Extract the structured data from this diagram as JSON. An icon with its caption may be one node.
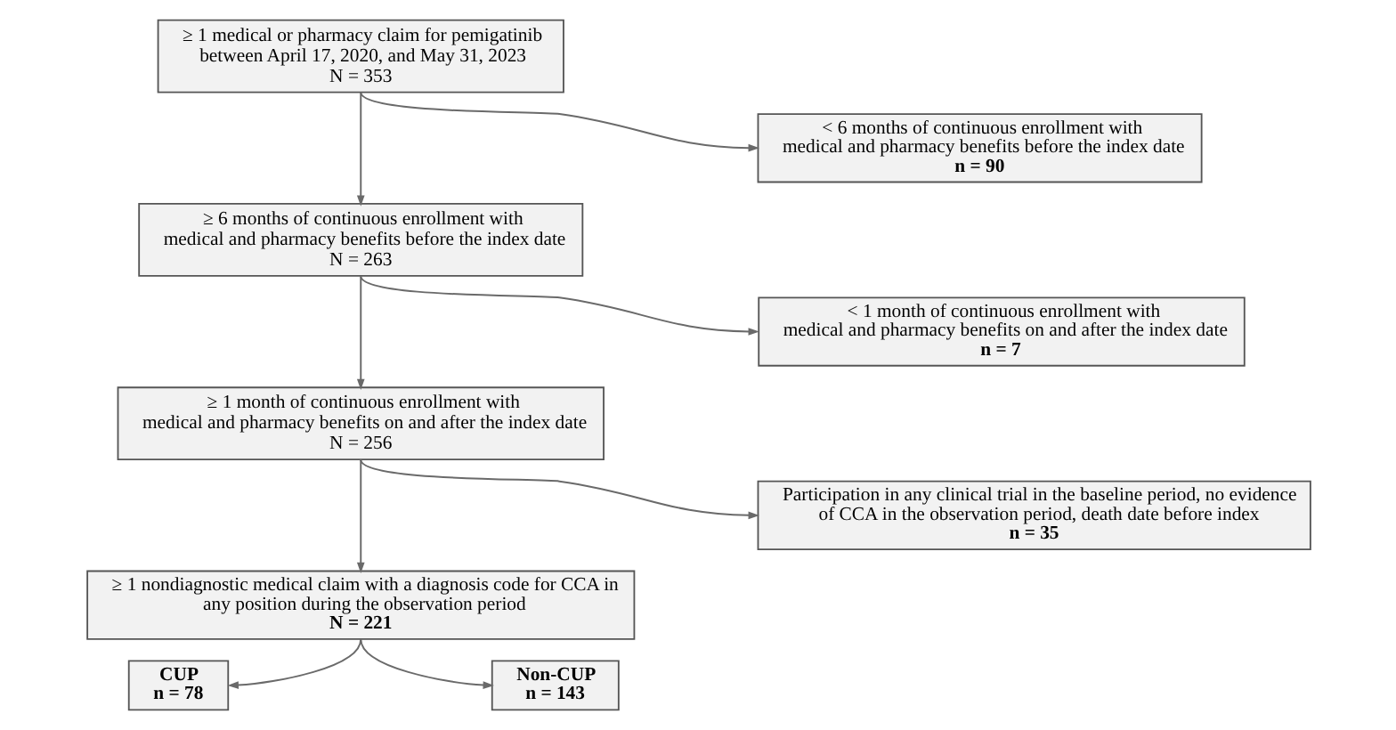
{
  "diagram": {
    "nodes": [
      {
        "text": [
          "≥ 1 medical or pharmacy claim for pemigatinib between April 17, 2020, and May 31, 2023",
          "N = 353"
        ]
      },
      {
        "text": [
          "< 6 months of continuous enrollment with medical and pharmacy benefits before the index date",
          "n = 90"
        ]
      },
      {
        "text": [
          "≥ 6 months of continuous enrollment with medical and pharmacy benefits before the index date",
          "N = 263"
        ]
      },
      {
        "text": [
          "< 1 month of continuous enrollment with medical and pharmacy benefits on and after the index date",
          "n = 7"
        ]
      },
      {
        "text": [
          "≥ 1 month of continuous enrollment with medical and pharmacy benefits on and after the index date",
          "N = 256"
        ]
      },
      {
        "text": [
          "Participation in any clinical trial in the baseline period, no evidence of CCA in the observation period, death date before index",
          "n = 35"
        ]
      },
      {
        "text": [
          "≥ 1 nondiagnostic medical claim with a diagnosis code for CCA in any position during the observation period",
          "N = 221"
        ]
      },
      {
        "text": [
          "CUP",
          "n = 78"
        ]
      },
      {
        "text": [
          "Non-CUP",
          "n = 143"
        ]
      }
    ],
    "edges": [
      {
        "from": 0,
        "to": 2,
        "arrow": "to"
      },
      {
        "from": 0,
        "to": 1,
        "arrow": "to"
      },
      {
        "from": 2,
        "to": 4,
        "arrow": "to"
      },
      {
        "from": 2,
        "to": 3,
        "arrow": "to"
      },
      {
        "from": 4,
        "to": 6,
        "arrow": "to"
      },
      {
        "from": 4,
        "to": 5,
        "arrow": "to"
      },
      {
        "from": 6,
        "to": 7,
        "arrow": "to"
      },
      {
        "from": 6,
        "to": 8,
        "arrow": "to"
      }
    ]
  }
}
